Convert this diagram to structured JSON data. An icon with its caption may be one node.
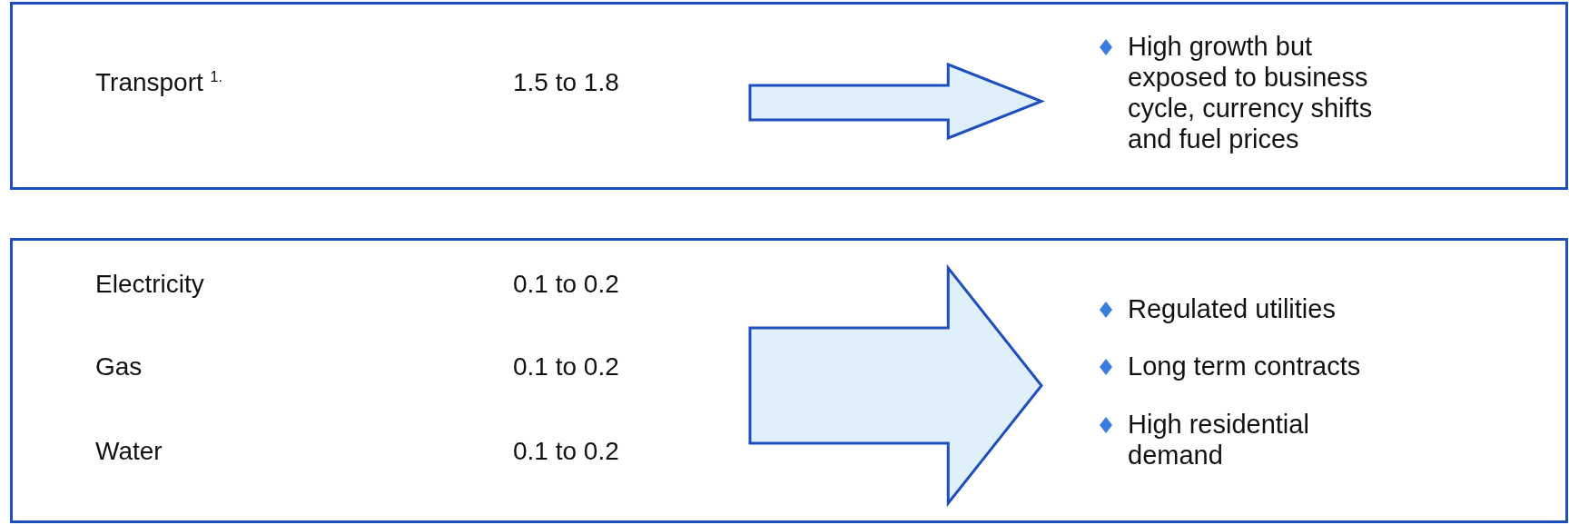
{
  "diagram": {
    "nodes": [
      {
        "text": [],
        "shape": "box"
      },
      {
        "text": [
          "Transport $^{1.}$",
          "1.5 to 1.8"
        ],
        "in": 0
      },
      {
        "text": [
          "High growth but exposed to business cycle, currency shifts and fuel prices"
        ],
        "in": 0
      },
      {
        "text": [],
        "shape": "box"
      },
      {
        "text": [
          "Electricity",
          "0.1 to 0.2",
          "Gas",
          "0.1 to 0.2",
          "Water",
          "0.1 to 0.2"
        ],
        "in": 3
      },
      {
        "text": [
          "Regulated utilities",
          "Long term contracts",
          "High residential demand"
        ],
        "in": 3
      }
    ],
    "edges": [
      {
        "from": 1,
        "to": 2,
        "arrow": "to",
        "style": "thick"
      },
      {
        "from": 4,
        "to": 5,
        "arrow": "to",
        "style": "thick"
      }
    ]
  }
}
